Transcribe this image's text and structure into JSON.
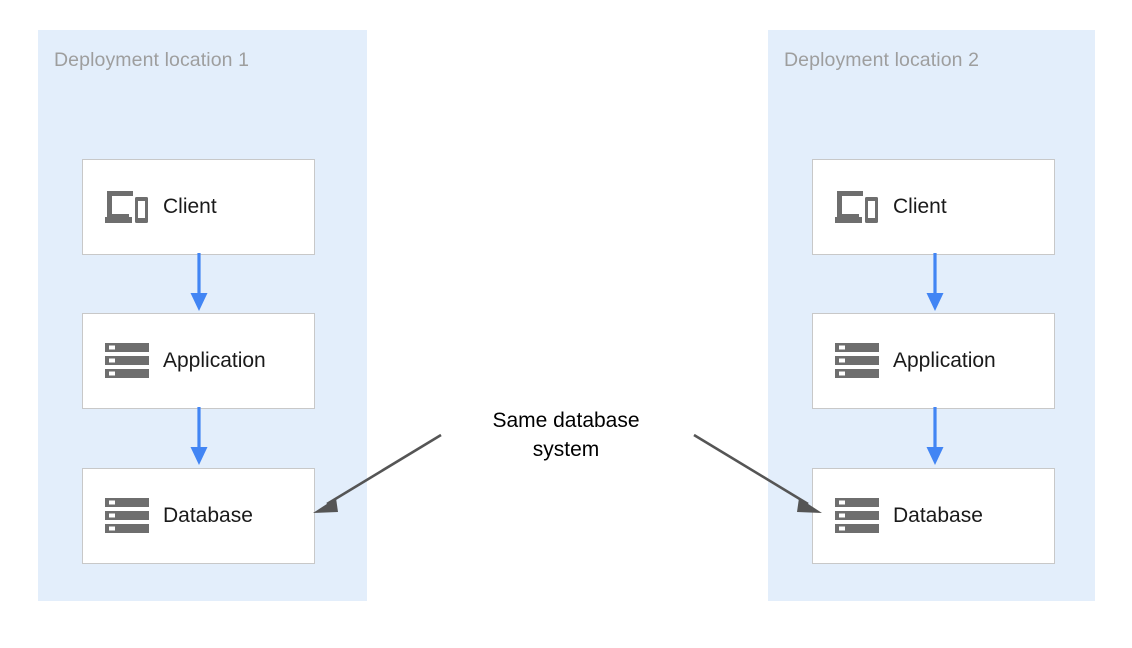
{
  "diagram": {
    "background": "#ffffff",
    "zone_fill": "#e3eefb",
    "zone_title_color": "#9e9e9e",
    "node_fill": "#ffffff",
    "node_border": "#c8c8c8",
    "node_label_color": "#1a1a1a",
    "flow_arrow_color": "#4285f4",
    "callout_arrow_color": "#555555",
    "callout_text_color": "#000000",
    "icon_color": "#6e6e6e"
  },
  "zones": [
    {
      "id": "deployment-location-1",
      "title": "Deployment location 1",
      "nodes": [
        {
          "id": "client-1",
          "label": "Client",
          "icon": "devices-icon"
        },
        {
          "id": "application-1",
          "label": "Application",
          "icon": "server-stack-icon"
        },
        {
          "id": "database-1",
          "label": "Database",
          "icon": "server-stack-icon"
        }
      ],
      "flows": [
        {
          "from": "client-1",
          "to": "application-1"
        },
        {
          "from": "application-1",
          "to": "database-1"
        }
      ]
    },
    {
      "id": "deployment-location-2",
      "title": "Deployment location 2",
      "nodes": [
        {
          "id": "client-2",
          "label": "Client",
          "icon": "devices-icon"
        },
        {
          "id": "application-2",
          "label": "Application",
          "icon": "server-stack-icon"
        },
        {
          "id": "database-2",
          "label": "Database",
          "icon": "server-stack-icon"
        }
      ],
      "flows": [
        {
          "from": "client-2",
          "to": "application-2"
        },
        {
          "from": "application-2",
          "to": "database-2"
        }
      ]
    }
  ],
  "callout": {
    "line1": "Same database",
    "line2": "system",
    "points_to": [
      "database-1",
      "database-2"
    ]
  }
}
